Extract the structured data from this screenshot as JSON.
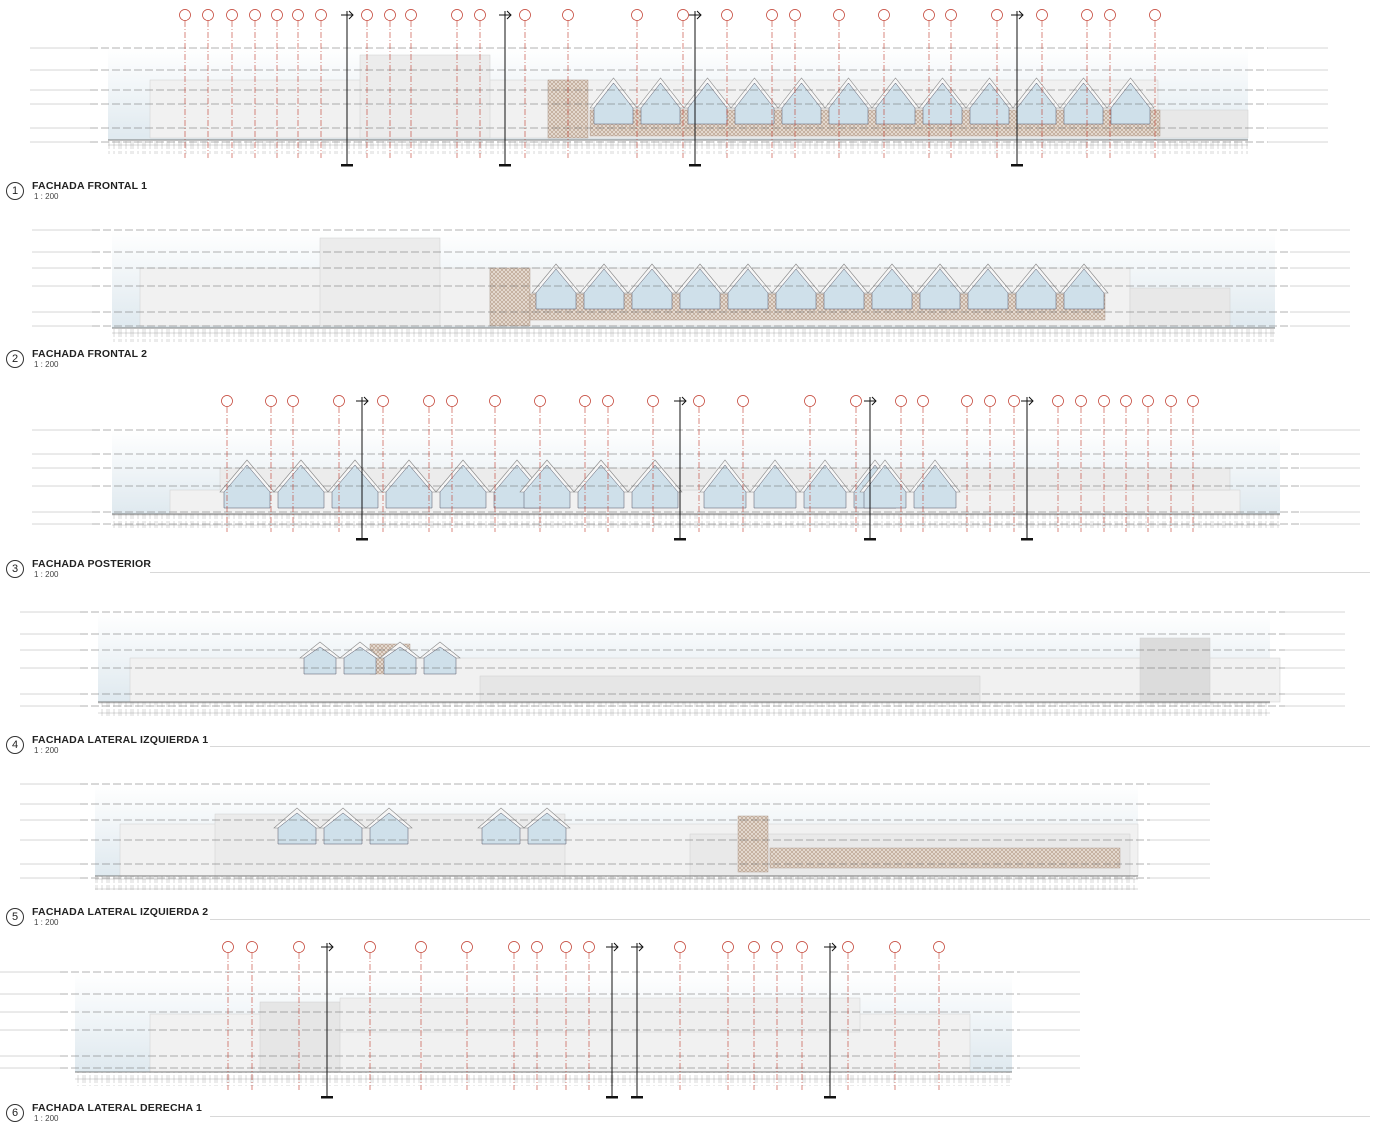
{
  "drawing_sheet": {
    "elevations": [
      {
        "number": "1",
        "title": "FACHADA FRONTAL 1",
        "scale": "1 : 200"
      },
      {
        "number": "2",
        "title": "FACHADA FRONTAL 2",
        "scale": "1 : 200"
      },
      {
        "number": "3",
        "title": "FACHADA POSTERIOR",
        "scale": "1 : 200"
      },
      {
        "number": "4",
        "title": "FACHADA LATERAL IZQUIERDA 1",
        "scale": "1 : 200"
      },
      {
        "number": "5",
        "title": "FACHADA LATERAL IZQUIERDA 2",
        "scale": "1 : 200"
      },
      {
        "number": "6",
        "title": "FACHADA LATERAL DERECHA 1",
        "scale": "1 : 200"
      }
    ]
  },
  "colors": {
    "grid_line": "#c0392b",
    "level_line": "#666666",
    "sky": "#dfe9ef",
    "wall": "#f1f1f1",
    "wall_shade": "#e3e3e3",
    "lattice": "#b49a86",
    "glass": "#cfe0ea",
    "ground_hatch": "#9a9a9a"
  }
}
